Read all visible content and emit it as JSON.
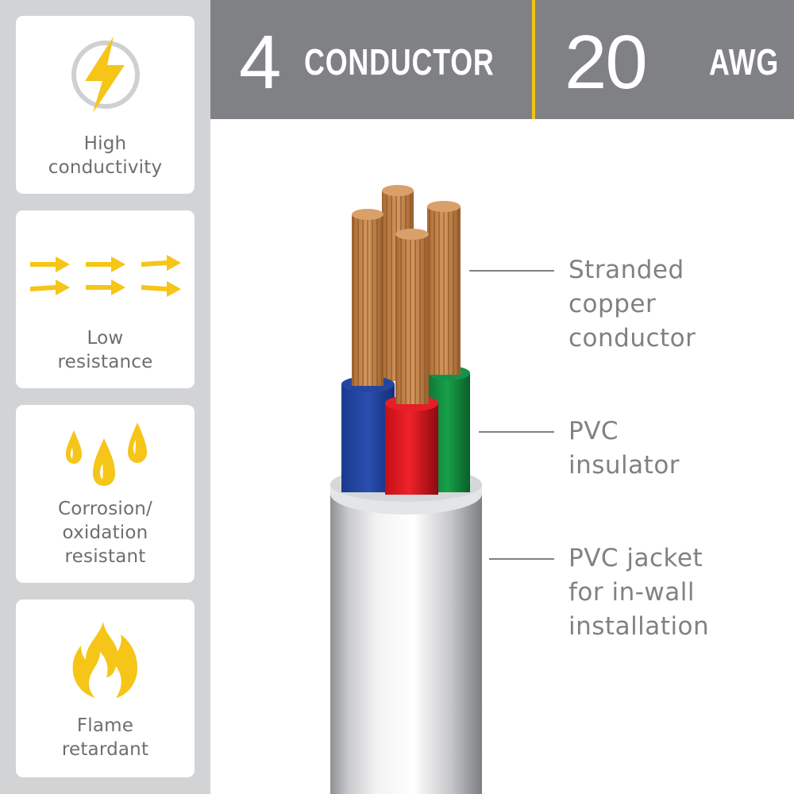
{
  "header": {
    "conductor_count": "4",
    "conductor_label": "CONDUCTOR",
    "gauge_value": "20",
    "gauge_unit": "AWG",
    "background_color": "#808184",
    "divider_color": "#f2c414"
  },
  "features": [
    {
      "icon": "lightning-bolt-icon",
      "line1": "High",
      "line2": "conductivity"
    },
    {
      "icon": "arrows-icon",
      "line1": "Low",
      "line2": "resistance"
    },
    {
      "icon": "water-drops-icon",
      "line1": "Corrosion/",
      "line2": "oxidation",
      "line3": "resistant"
    },
    {
      "icon": "flame-icon",
      "line1": "Flame",
      "line2": "retardant"
    }
  ],
  "callouts": [
    {
      "line1": "Stranded",
      "line2": "copper",
      "line3": "conductor"
    },
    {
      "line1": "PVC",
      "line2": "insulator"
    },
    {
      "line1": "PVC jacket",
      "line2": "for in-wall",
      "line3": "installation"
    }
  ],
  "colors": {
    "accent_yellow": "#f5c518",
    "sidebar_bg": "#d2d3d5",
    "text_gray": "#6d6e71",
    "copper": "#c8874a",
    "insulator_blue": "#1f3f9a",
    "insulator_red": "#e3141c",
    "insulator_green": "#0f8a3c",
    "jacket": "#e8e9ea"
  }
}
